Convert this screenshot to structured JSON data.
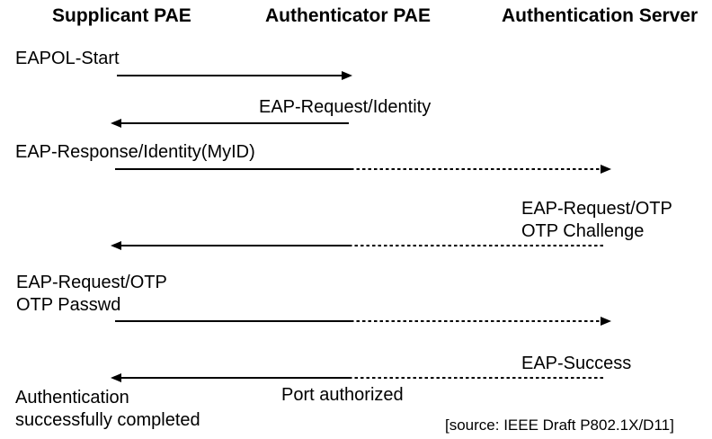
{
  "columns": [
    {
      "label": "Supplicant PAE"
    },
    {
      "label": "Authenticator PAE"
    },
    {
      "label": "Authentication Server"
    }
  ],
  "messages": [
    {
      "label": "EAPOL-Start",
      "from": "Supplicant PAE",
      "to": "Authenticator PAE",
      "style": "solid"
    },
    {
      "label": "EAP-Request/Identity",
      "from": "Authenticator PAE",
      "to": "Supplicant PAE",
      "style": "solid"
    },
    {
      "label": "EAP-Response/Identity(MyID)",
      "from": "Supplicant PAE",
      "to": "Authentication Server",
      "style": "solid-then-dashed"
    },
    {
      "label_line1": "EAP-Request/OTP",
      "label_line2": "OTP Challenge",
      "from": "Authentication Server",
      "to": "Supplicant PAE",
      "style": "dashed-then-solid"
    },
    {
      "label_line1": "EAP-Request/OTP",
      "label_line2": "OTP Passwd",
      "from": "Supplicant PAE",
      "to": "Authentication Server",
      "style": "solid-then-dashed"
    },
    {
      "label": "EAP-Success",
      "from": "Authentication Server",
      "to": "Supplicant PAE",
      "style": "dashed-then-solid"
    }
  ],
  "annotations": {
    "port_authorized": "Port authorized",
    "completion_line1": "Authentication",
    "completion_line2": "successfully completed",
    "source": "[source: IEEE Draft P802.1X/D11]"
  },
  "colors": {
    "line": "#000000",
    "text": "#000000",
    "background": "#ffffff"
  }
}
